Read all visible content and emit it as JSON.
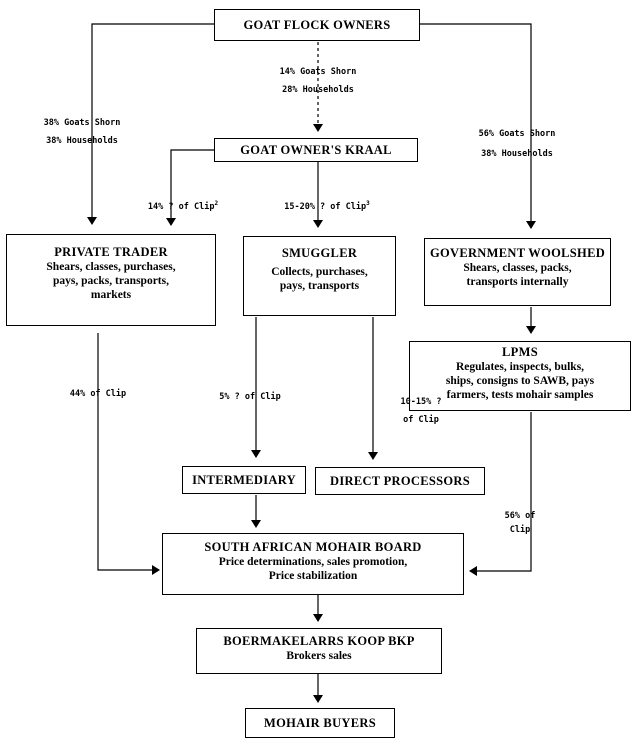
{
  "nodes": {
    "owners": {
      "title": "GOAT FLOCK OWNERS"
    },
    "kraal": {
      "title": "GOAT OWNER'S KRAAL"
    },
    "trader": {
      "title": "PRIVATE TRADER",
      "desc": [
        "Shears, classes, purchases,",
        "pays, packs, transports,",
        "markets"
      ]
    },
    "smuggler": {
      "title": "SMUGGLER",
      "desc": [
        "Collects, purchases,",
        "pays, transports"
      ]
    },
    "woolshed": {
      "title": "GOVERNMENT WOOLSHED",
      "desc": [
        "Shears, classes, packs,",
        "transports internally"
      ]
    },
    "lpms": {
      "title": "LPMS",
      "desc": [
        "Regulates, inspects, bulks,",
        "ships, consigns to SAWB, pays",
        "farmers, tests mohair samples"
      ]
    },
    "intermediary": {
      "title": "INTERMEDIARY"
    },
    "direct": {
      "title": "DIRECT PROCESSORS"
    },
    "samb": {
      "title": "SOUTH AFRICAN MOHAIR BOARD",
      "desc": [
        "Price determinations, sales promotion,",
        "Price stabilization"
      ]
    },
    "brokers": {
      "title": "BOERMAKELARRS KOOP BKP",
      "desc": [
        "Brokers sales"
      ]
    },
    "buyers": {
      "title": "MOHAIR BUYERS"
    }
  },
  "labels": {
    "left": [
      "38% Goats Shorn",
      "38% Households"
    ],
    "center": [
      "14% Goats Shorn",
      "28% Households"
    ],
    "right": [
      "56% Goats Shorn",
      "38% Households"
    ],
    "trader_clip": "14% ? of Clip",
    "trader_clip_sup": "2",
    "smuggler_clip": "15-20% ? of Clip",
    "smuggler_clip_sup": "3",
    "trader_out": "44% of Clip",
    "intermediary_clip": "5% ? of Clip",
    "direct_clip": [
      "10-15% ?",
      "of Clip"
    ],
    "lpms_out": [
      "56% of",
      "Clip"
    ]
  }
}
